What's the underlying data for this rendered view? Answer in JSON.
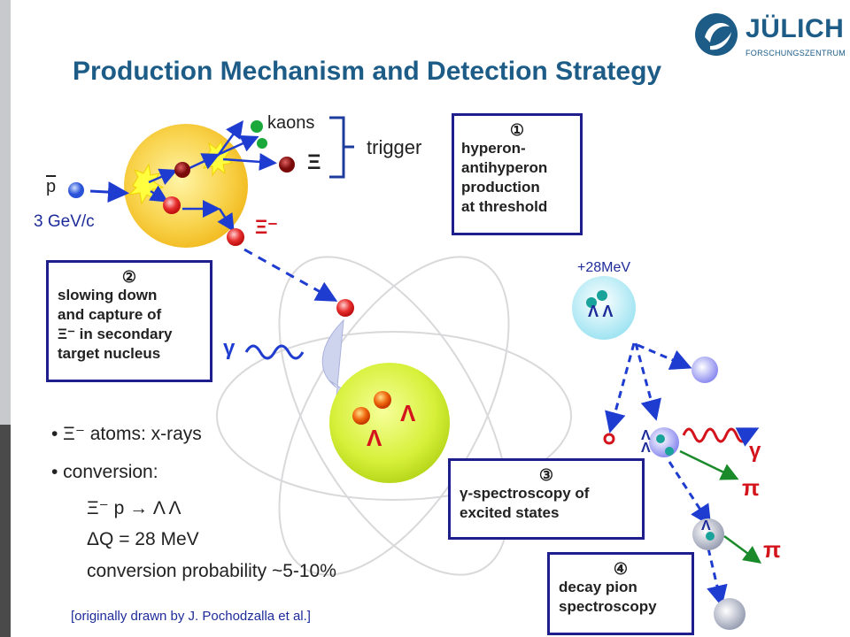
{
  "slide": {
    "title": "Production Mechanism and Detection Strategy",
    "credit": "[originally drawn by J. Pochodzalla et al.]"
  },
  "logo": {
    "name": "JÜLICH",
    "subtitle": "FORSCHUNGSZENTRUM"
  },
  "production": {
    "kaons_label": "kaons",
    "xi_label": "Ξ",
    "trigger_label": "trigger",
    "pbar_label": "p",
    "momentum_label": "3 GeV/c",
    "xi_minus_label": "Ξ⁻"
  },
  "boxes": [
    {
      "num": "①",
      "lines": [
        "hyperon-",
        "antihyperon",
        "production",
        "at threshold"
      ]
    },
    {
      "num": "②",
      "lines": [
        "slowing down",
        "and capture of",
        "Ξ⁻ in secondary",
        "target nucleus"
      ]
    },
    {
      "num": "③",
      "lines": [
        "γ-spectroscopy of",
        "excited states"
      ]
    },
    {
      "num": "④",
      "lines": [
        "decay pion",
        "spectroscopy"
      ]
    }
  ],
  "nucleus": {
    "lambda1": "Λ",
    "lambda2": "Λ",
    "gamma_in": "γ"
  },
  "decay": {
    "energy_label": "+28MeV",
    "hypernucleus_lambdas": "Λ Λ",
    "gamma_out": "γ",
    "pion1": "π",
    "pion2": "π",
    "lambda_single": "Λ",
    "lambda_pair": "Λ Λ"
  },
  "bullets": [
    "• Ξ⁻ atoms: x-rays",
    "• conversion:"
  ],
  "conversion": [
    "Ξ⁻ p → Λ Λ",
    "ΔQ = 28 MeV",
    "conversion probability ~5-10%"
  ],
  "colors": {
    "title": "#1c5c87",
    "box_border": "#1e1e8c",
    "arrow": "#1e3ccf",
    "accent_red": "#d4141c",
    "kaon": "#1aa83a"
  }
}
